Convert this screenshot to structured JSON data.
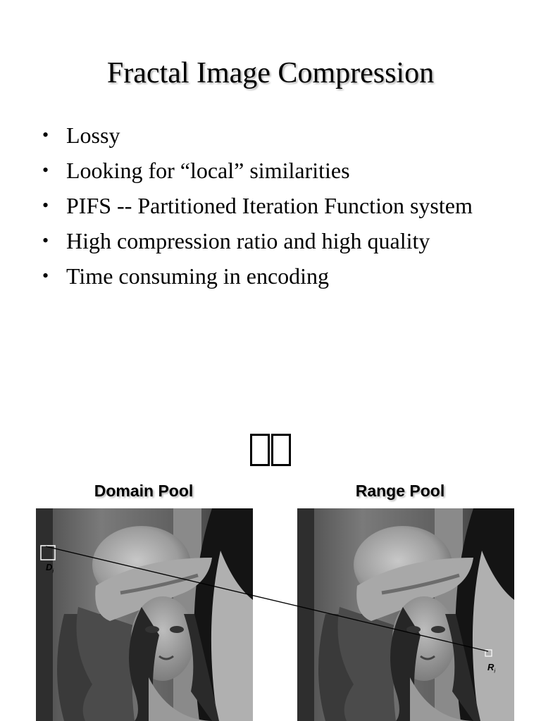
{
  "slide": {
    "title": "Fractal Image Compression",
    "bullets": [
      "Lossy",
      "Looking for “local” similarities",
      "PIFS -- Partitioned Iteration Function system",
      "High compression ratio and high quality",
      "Time consuming in encoding"
    ],
    "bullet_symbol": "•"
  },
  "figure": {
    "domain_label": "Domain Pool",
    "range_label": "Range Pool",
    "domain_marker": {
      "letter": "D",
      "subscript": "i"
    },
    "range_marker": {
      "letter": "R",
      "subscript": "i"
    }
  }
}
